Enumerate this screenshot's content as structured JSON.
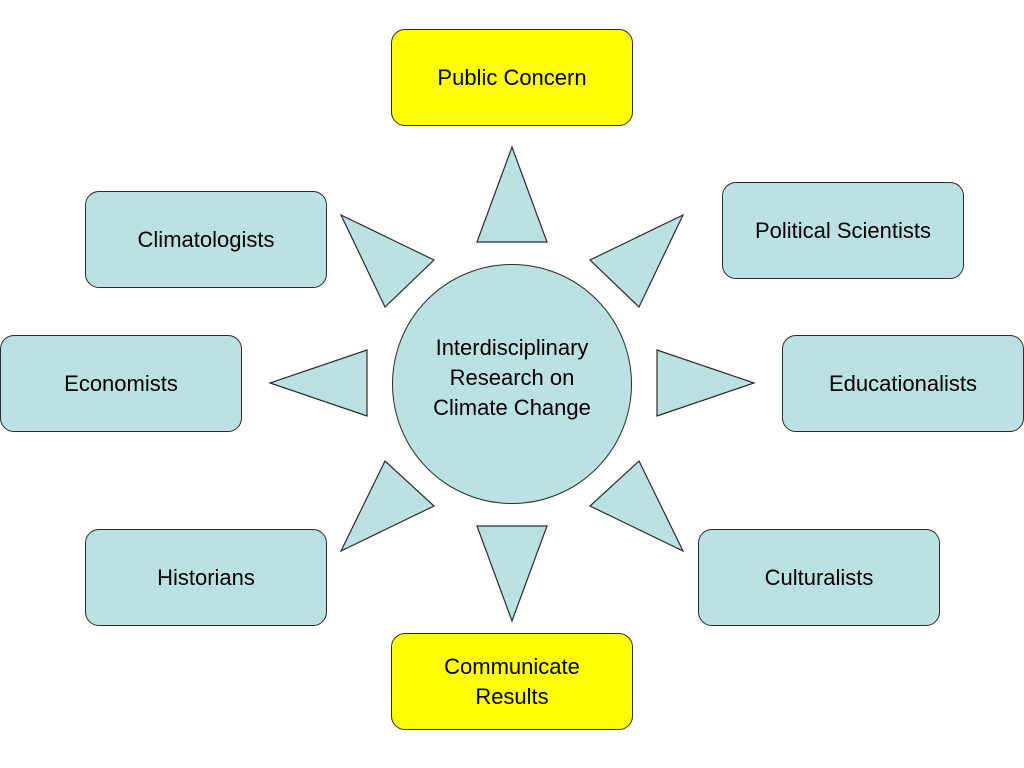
{
  "diagram": {
    "center": {
      "label": "Interdisciplinary\nResearch on\nClimate Change"
    },
    "nodes": {
      "public_concern": "Public Concern",
      "climatologists": "Climatologists",
      "political_scientists": "Political Scientists",
      "economists": "Economists",
      "educationalists": "Educationalists",
      "historians": "Historians",
      "culturalists": "Culturalists",
      "communicate_results": "Communicate\nResults"
    },
    "colors": {
      "node_fill": "#bce1e3",
      "highlight_fill": "#ffff00",
      "stroke": "#2b2b2b"
    }
  }
}
